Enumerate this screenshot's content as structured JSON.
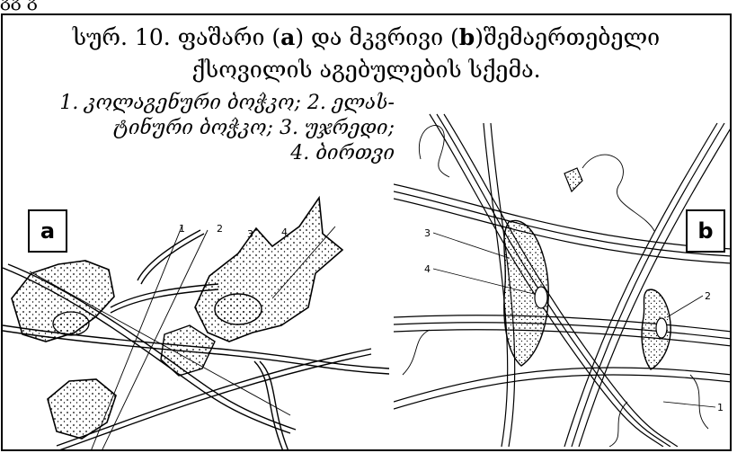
{
  "top_fragment": "გგ გ",
  "caption": {
    "line1_prefix": "სურ. 10. ფაშარი (",
    "panel_a": "a",
    "line1_mid": ") და მკვრივი (",
    "panel_b": "b",
    "line1_suffix": ")შემაერთებელი",
    "line2": "ქსოვილის აგებულების სქემა."
  },
  "legend": [
    "1. კოლაგენური ბოჭკო; 2. ელას-",
    "ტინური ბოჭკო; 3. უჯრედი;",
    "4. ბირთვი"
  ],
  "panel_labels": {
    "a": "a",
    "b": "b"
  },
  "figure_a_numbers": {
    "n1": "1",
    "n2": "2",
    "n3": "3",
    "n4": "4"
  },
  "figure_b_numbers": {
    "n1": "1",
    "n2": "2",
    "n3": "3",
    "n4": "4"
  }
}
